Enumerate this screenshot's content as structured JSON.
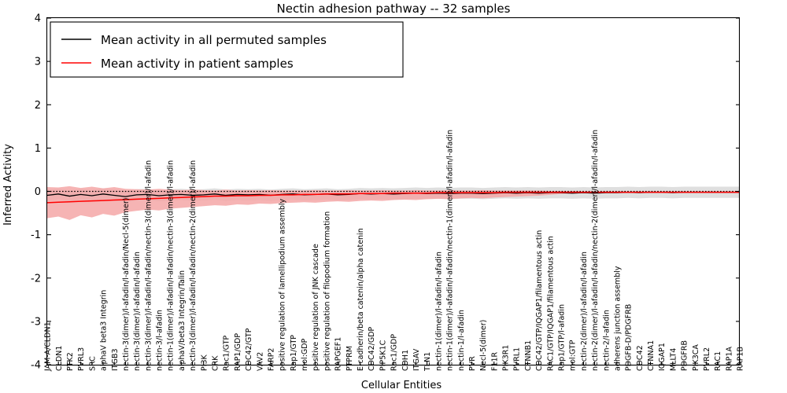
{
  "chart_data": {
    "type": "line",
    "title": "Nectin adhesion pathway -- 32 samples",
    "xlabel": "Cellular Entities",
    "ylabel": "Inferred Activity",
    "ylim": [
      -4,
      4
    ],
    "yticks": [
      -4,
      -3,
      -2,
      -1,
      0,
      1,
      2,
      3,
      4
    ],
    "ytick_labels": [
      "-4",
      "-3",
      "-2",
      "-1",
      "0",
      "1",
      "2",
      "3",
      "4"
    ],
    "grid": false,
    "legend_position": "upper left",
    "legend": [
      {
        "label": "Mean activity in all permuted samples",
        "color": "#000000"
      },
      {
        "label": "Mean activity in patient samples",
        "color": "#ff0000"
      }
    ],
    "band_colors": {
      "permuted": "#d9d9d9",
      "patient": "#f5a7a7"
    },
    "zero_reference": 0,
    "categories": [
      "JAM-A/CLDN1",
      "CLDN1",
      "PTK2",
      "PVRL3",
      "SRC",
      "alphaV beta3 Integrin",
      "ITGB3",
      "nectin-3(dimer)/l-afadin/l-afadin/Necl-5(dimer)",
      "nectin-3(dimer)/l-afadin/l-afadin",
      "nectin-3(dimer)/l-afadin/l-afadin/nectin-3(dimer)/l-afadin",
      "nectin-3/l-afadin",
      "nectin-1(dimer)/l-afadin/l-afadin/nectin-3(dimer)/l-afadin",
      "alphaV/beta3 Integrin/Talin",
      "nectin-3(dimer)/l-afadin/l-afadin/nectin-2(dimer)/l-afadin",
      "PI3K",
      "CRK",
      "Rac1/GTP",
      "RAP1/GDP",
      "CDC42/GTP",
      "VAV2",
      "FARP2",
      "positive regulation of lamellipodium assembly",
      "Rap1/GTP",
      "mol:GDP",
      "positive regulation of JNK cascade",
      "positive regulation of filopodium formation",
      "RAPGEF1",
      "PTPRM",
      "E-cadherin/beta catenin/alpha catenin",
      "CDC42/GDP",
      "PIP5K1C",
      "Rac1/GDP",
      "CDH1",
      "ITGAV",
      "TLN1",
      "nectin-1(dimer)/l-afadin/l-afadin",
      "nectin-1(dimer)/l-afadin/l-afadin/nectin-1(dimer)/l-afadin/l-afadin",
      "nectin-1/l-afadin",
      "PVR",
      "Necl-5(dimer)",
      "F11R",
      "PIK3R1",
      "PVRL1",
      "CTNNB1",
      "CDC42/GTP/IQGAP1/filamentous actin",
      "RAC1/GTP/IQGAP1/filamentous actin",
      "Rap1/GTP/l-afadin",
      "mol:GTP",
      "nectin-2(dimer)/l-afadin/l-afadin",
      "nectin-2(dimer)/l-afadin/l-afadin/nectin-2(dimer)/l-afadin/l-afadin",
      "nectin-2/l-afadin",
      "adherens junction assembly",
      "PDGFB-D/PDGFRB",
      "CDC42",
      "CTNNA1",
      "IQGAP1",
      "MLLT4",
      "PDGFRB",
      "PIK3CA",
      "PVRL2",
      "RAC1",
      "RAP1A",
      "RAP1B"
    ],
    "series": [
      {
        "name": "Mean activity in all permuted samples",
        "color": "#000000",
        "values": [
          -0.09,
          -0.06,
          -0.11,
          -0.07,
          -0.1,
          -0.06,
          -0.09,
          -0.12,
          -0.08,
          -0.07,
          -0.1,
          -0.08,
          -0.07,
          -0.09,
          -0.08,
          -0.06,
          -0.09,
          -0.07,
          -0.08,
          -0.07,
          -0.09,
          -0.07,
          -0.06,
          -0.08,
          -0.07,
          -0.06,
          -0.08,
          -0.07,
          -0.05,
          -0.06,
          -0.05,
          -0.06,
          -0.05,
          -0.04,
          -0.05,
          -0.04,
          -0.05,
          -0.04,
          -0.04,
          -0.05,
          -0.04,
          -0.03,
          -0.04,
          -0.03,
          -0.04,
          -0.03,
          -0.03,
          -0.04,
          -0.03,
          -0.04,
          -0.03,
          -0.03,
          -0.02,
          -0.03,
          -0.02,
          -0.02,
          -0.03,
          -0.02,
          -0.02,
          -0.02,
          -0.02,
          -0.02,
          -0.02
        ],
        "band_lower": [
          -0.22,
          -0.18,
          -0.24,
          -0.2,
          -0.23,
          -0.19,
          -0.22,
          -0.26,
          -0.21,
          -0.2,
          -0.23,
          -0.21,
          -0.2,
          -0.22,
          -0.21,
          -0.19,
          -0.22,
          -0.2,
          -0.21,
          -0.2,
          -0.22,
          -0.2,
          -0.19,
          -0.21,
          -0.2,
          -0.19,
          -0.21,
          -0.2,
          -0.18,
          -0.19,
          -0.18,
          -0.19,
          -0.18,
          -0.17,
          -0.18,
          -0.17,
          -0.18,
          -0.17,
          -0.17,
          -0.18,
          -0.17,
          -0.16,
          -0.17,
          -0.16,
          -0.17,
          -0.16,
          -0.16,
          -0.17,
          -0.16,
          -0.17,
          -0.16,
          -0.16,
          -0.15,
          -0.16,
          -0.15,
          -0.15,
          -0.16,
          -0.15,
          -0.15,
          -0.15,
          -0.15,
          -0.15,
          -0.15
        ],
        "band_upper": [
          0.04,
          0.06,
          0.02,
          0.06,
          0.03,
          0.07,
          0.04,
          0.02,
          0.05,
          0.06,
          0.03,
          0.05,
          0.06,
          0.04,
          0.05,
          0.07,
          0.04,
          0.06,
          0.05,
          0.06,
          0.04,
          0.06,
          0.07,
          0.05,
          0.06,
          0.07,
          0.05,
          0.06,
          0.08,
          0.07,
          0.08,
          0.07,
          0.08,
          0.09,
          0.08,
          0.09,
          0.08,
          0.09,
          0.09,
          0.08,
          0.09,
          0.1,
          0.09,
          0.1,
          0.09,
          0.1,
          0.1,
          0.09,
          0.1,
          0.09,
          0.1,
          0.1,
          0.11,
          0.1,
          0.11,
          0.11,
          0.1,
          0.11,
          0.11,
          0.11,
          0.11,
          0.11,
          0.11
        ]
      },
      {
        "name": "Mean activity in patient samples",
        "color": "#ff0000",
        "values": [
          -0.26,
          -0.25,
          -0.24,
          -0.23,
          -0.22,
          -0.21,
          -0.2,
          -0.19,
          -0.18,
          -0.17,
          -0.16,
          -0.15,
          -0.14,
          -0.13,
          -0.12,
          -0.11,
          -0.11,
          -0.1,
          -0.1,
          -0.09,
          -0.09,
          -0.08,
          -0.08,
          -0.07,
          -0.07,
          -0.06,
          -0.06,
          -0.06,
          -0.05,
          -0.05,
          -0.05,
          -0.04,
          -0.04,
          -0.04,
          -0.04,
          -0.03,
          -0.03,
          -0.03,
          -0.03,
          -0.03,
          -0.03,
          -0.02,
          -0.02,
          -0.02,
          -0.02,
          -0.02,
          -0.02,
          -0.02,
          -0.02,
          -0.02,
          -0.02,
          -0.02,
          -0.02,
          -0.02,
          -0.02,
          -0.02,
          -0.02,
          -0.02,
          -0.02,
          -0.02,
          -0.02,
          -0.02,
          -0.02
        ],
        "band_lower": [
          -0.62,
          -0.58,
          -0.66,
          -0.55,
          -0.6,
          -0.52,
          -0.56,
          -0.48,
          -0.45,
          -0.42,
          -0.44,
          -0.4,
          -0.38,
          -0.36,
          -0.34,
          -0.32,
          -0.33,
          -0.3,
          -0.31,
          -0.28,
          -0.29,
          -0.27,
          -0.26,
          -0.25,
          -0.26,
          -0.24,
          -0.23,
          -0.24,
          -0.22,
          -0.21,
          -0.22,
          -0.2,
          -0.19,
          -0.2,
          -0.18,
          -0.17,
          -0.18,
          -0.16,
          -0.15,
          -0.16,
          -0.14,
          -0.13,
          -0.12,
          -0.11,
          -0.1,
          -0.08,
          -0.06,
          -0.05,
          -0.04,
          -0.03,
          -0.03,
          -0.02,
          -0.02,
          -0.02,
          -0.02,
          -0.02,
          -0.02,
          -0.02,
          -0.02,
          -0.02,
          -0.02,
          -0.02,
          -0.02
        ],
        "band_upper": [
          0.1,
          0.09,
          0.12,
          0.08,
          0.11,
          0.07,
          0.1,
          0.06,
          0.05,
          0.04,
          0.06,
          0.04,
          0.03,
          0.04,
          0.03,
          0.02,
          0.04,
          0.02,
          0.03,
          0.02,
          0.03,
          0.02,
          0.02,
          0.02,
          0.03,
          0.02,
          0.02,
          0.03,
          0.02,
          0.02,
          0.03,
          0.02,
          0.02,
          0.03,
          0.02,
          0.02,
          0.03,
          0.02,
          0.02,
          0.03,
          0.02,
          0.02,
          0.02,
          0.02,
          0.02,
          0.01,
          0.01,
          0.01,
          0.0,
          0.0,
          0.0,
          0.0,
          0.0,
          0.0,
          0.0,
          0.0,
          0.0,
          0.0,
          0.0,
          0.0,
          0.0,
          0.0,
          0.0
        ]
      }
    ]
  }
}
